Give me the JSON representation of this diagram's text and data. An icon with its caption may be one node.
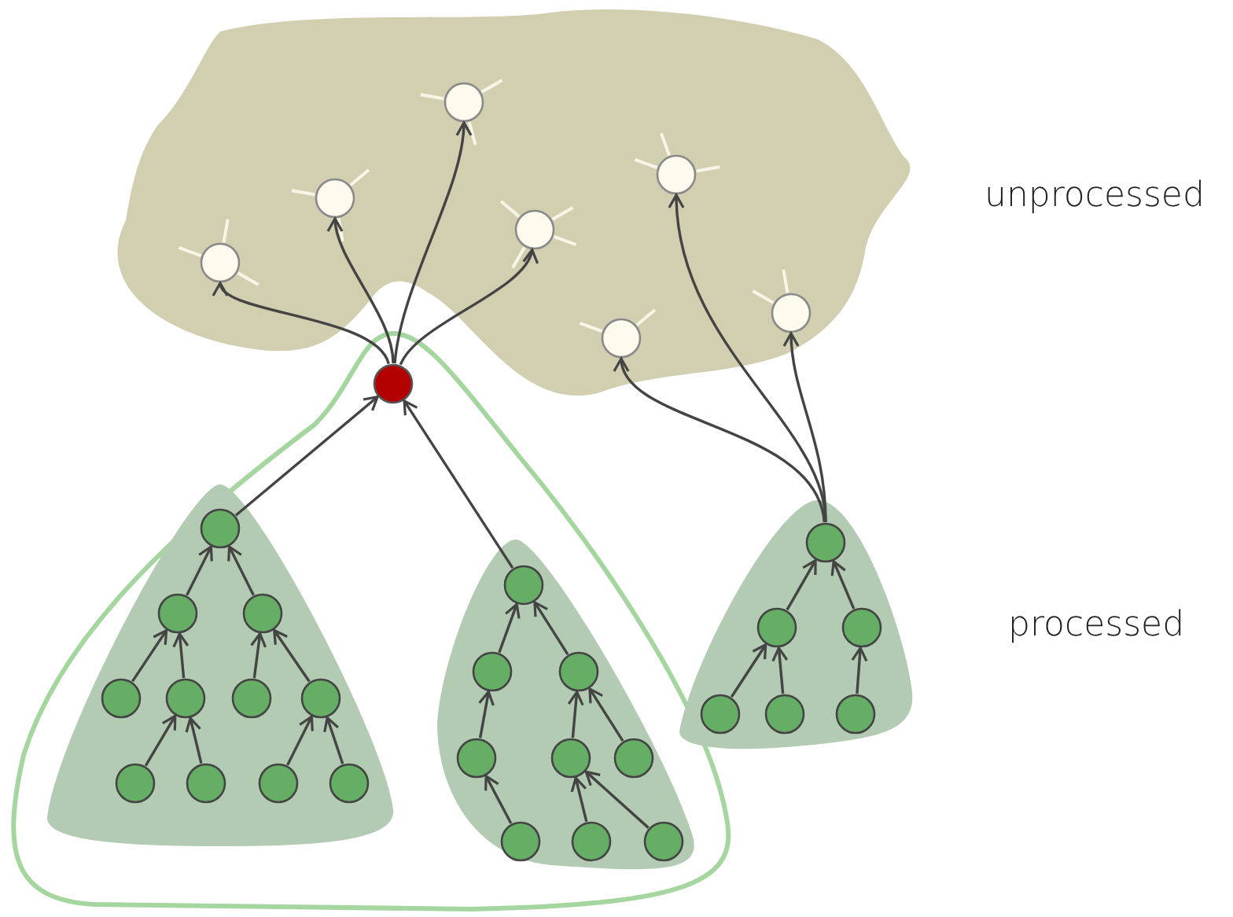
{
  "diagram": {
    "nodes": [
      {
        "text": [],
        "shape": "cloud"
      },
      {
        "text": [],
        "shape": "circle",
        "in": 0
      },
      {
        "text": [],
        "shape": "circle",
        "in": 0
      },
      {
        "text": [],
        "shape": "circle",
        "in": 0
      },
      {
        "text": [],
        "shape": "circle",
        "in": 0
      },
      {
        "text": [],
        "shape": "circle",
        "in": 0
      },
      {
        "text": [],
        "shape": "circle",
        "in": 0
      },
      {
        "text": [],
        "shape": "circle",
        "in": 0
      },
      {
        "text": [],
        "shape": "blob"
      },
      {
        "text": [],
        "shape": "circle",
        "in": 8
      },
      {
        "text": [],
        "shape": "triangle",
        "in": 8
      },
      {
        "text": [],
        "shape": "circle",
        "in": 10
      },
      {
        "text": [],
        "shape": "circle",
        "in": 10
      },
      {
        "text": [],
        "shape": "circle",
        "in": 10
      },
      {
        "text": [],
        "shape": "circle",
        "in": 10
      },
      {
        "text": [],
        "shape": "circle",
        "in": 10
      },
      {
        "text": [],
        "shape": "circle",
        "in": 10
      },
      {
        "text": [],
        "shape": "circle",
        "in": 10
      },
      {
        "text": [],
        "shape": "circle",
        "in": 10
      },
      {
        "text": [],
        "shape": "circle",
        "in": 10
      },
      {
        "text": [],
        "shape": "circle",
        "in": 10
      },
      {
        "text": [],
        "shape": "circle",
        "in": 10
      },
      {
        "text": [],
        "shape": "triangle",
        "in": 8
      },
      {
        "text": [],
        "shape": "circle",
        "in": 22
      },
      {
        "text": [],
        "shape": "circle",
        "in": 22
      },
      {
        "text": [],
        "shape": "circle",
        "in": 22
      },
      {
        "text": [],
        "shape": "circle",
        "in": 22
      },
      {
        "text": [],
        "shape": "circle",
        "in": 22
      },
      {
        "text": [],
        "shape": "circle",
        "in": 22
      },
      {
        "text": [],
        "shape": "circle",
        "in": 22
      },
      {
        "text": [],
        "shape": "circle",
        "in": 22
      },
      {
        "text": [],
        "shape": "circle",
        "in": 22
      },
      {
        "text": [],
        "shape": "triangle"
      },
      {
        "text": [],
        "shape": "circle",
        "in": 32
      },
      {
        "text": [],
        "shape": "circle",
        "in": 32
      },
      {
        "text": [],
        "shape": "circle",
        "in": 32
      },
      {
        "text": [],
        "shape": "circle",
        "in": 32
      },
      {
        "text": [],
        "shape": "circle",
        "in": 32
      },
      {
        "text": [],
        "shape": "circle",
        "in": 32
      }
    ],
    "edges": [
      {
        "from": 9,
        "to": 1,
        "arrow": "to"
      },
      {
        "from": 9,
        "to": 2,
        "arrow": "to"
      },
      {
        "from": 9,
        "to": 3,
        "arrow": "to"
      },
      {
        "from": 9,
        "to": 4,
        "arrow": "to"
      },
      {
        "from": 33,
        "to": 6,
        "arrow": "to"
      },
      {
        "from": 33,
        "to": 5,
        "arrow": "to"
      },
      {
        "from": 33,
        "to": 7,
        "arrow": "to"
      },
      {
        "from": 11,
        "to": 9,
        "arrow": "to"
      },
      {
        "from": 23,
        "to": 9,
        "arrow": "to"
      },
      {
        "from": 12,
        "to": 11,
        "arrow": "to"
      },
      {
        "from": 13,
        "to": 11,
        "arrow": "to"
      },
      {
        "from": 14,
        "to": 12,
        "arrow": "to"
      },
      {
        "from": 15,
        "to": 12,
        "arrow": "to"
      },
      {
        "from": 16,
        "to": 13,
        "arrow": "to"
      },
      {
        "from": 17,
        "to": 13,
        "arrow": "to"
      },
      {
        "from": 18,
        "to": 15,
        "arrow": "to"
      },
      {
        "from": 19,
        "to": 15,
        "arrow": "to"
      },
      {
        "from": 20,
        "to": 17,
        "arrow": "to"
      },
      {
        "from": 21,
        "to": 17,
        "arrow": "to"
      },
      {
        "from": 24,
        "to": 23,
        "arrow": "to"
      },
      {
        "from": 25,
        "to": 23,
        "arrow": "to"
      },
      {
        "from": 26,
        "to": 24,
        "arrow": "to"
      },
      {
        "from": 27,
        "to": 25,
        "arrow": "to"
      },
      {
        "from": 28,
        "to": 25,
        "arrow": "to"
      },
      {
        "from": 29,
        "to": 26,
        "arrow": "to"
      },
      {
        "from": 30,
        "to": 27,
        "arrow": "to"
      },
      {
        "from": 31,
        "to": 27,
        "arrow": "to"
      },
      {
        "from": 34,
        "to": 33,
        "arrow": "to"
      },
      {
        "from": 35,
        "to": 33,
        "arrow": "to"
      },
      {
        "from": 36,
        "to": 34,
        "arrow": "to"
      },
      {
        "from": 37,
        "to": 34,
        "arrow": "to"
      },
      {
        "from": 38,
        "to": 35,
        "arrow": "to"
      }
    ],
    "labels": [
      "unprocessed",
      "processed"
    ]
  }
}
